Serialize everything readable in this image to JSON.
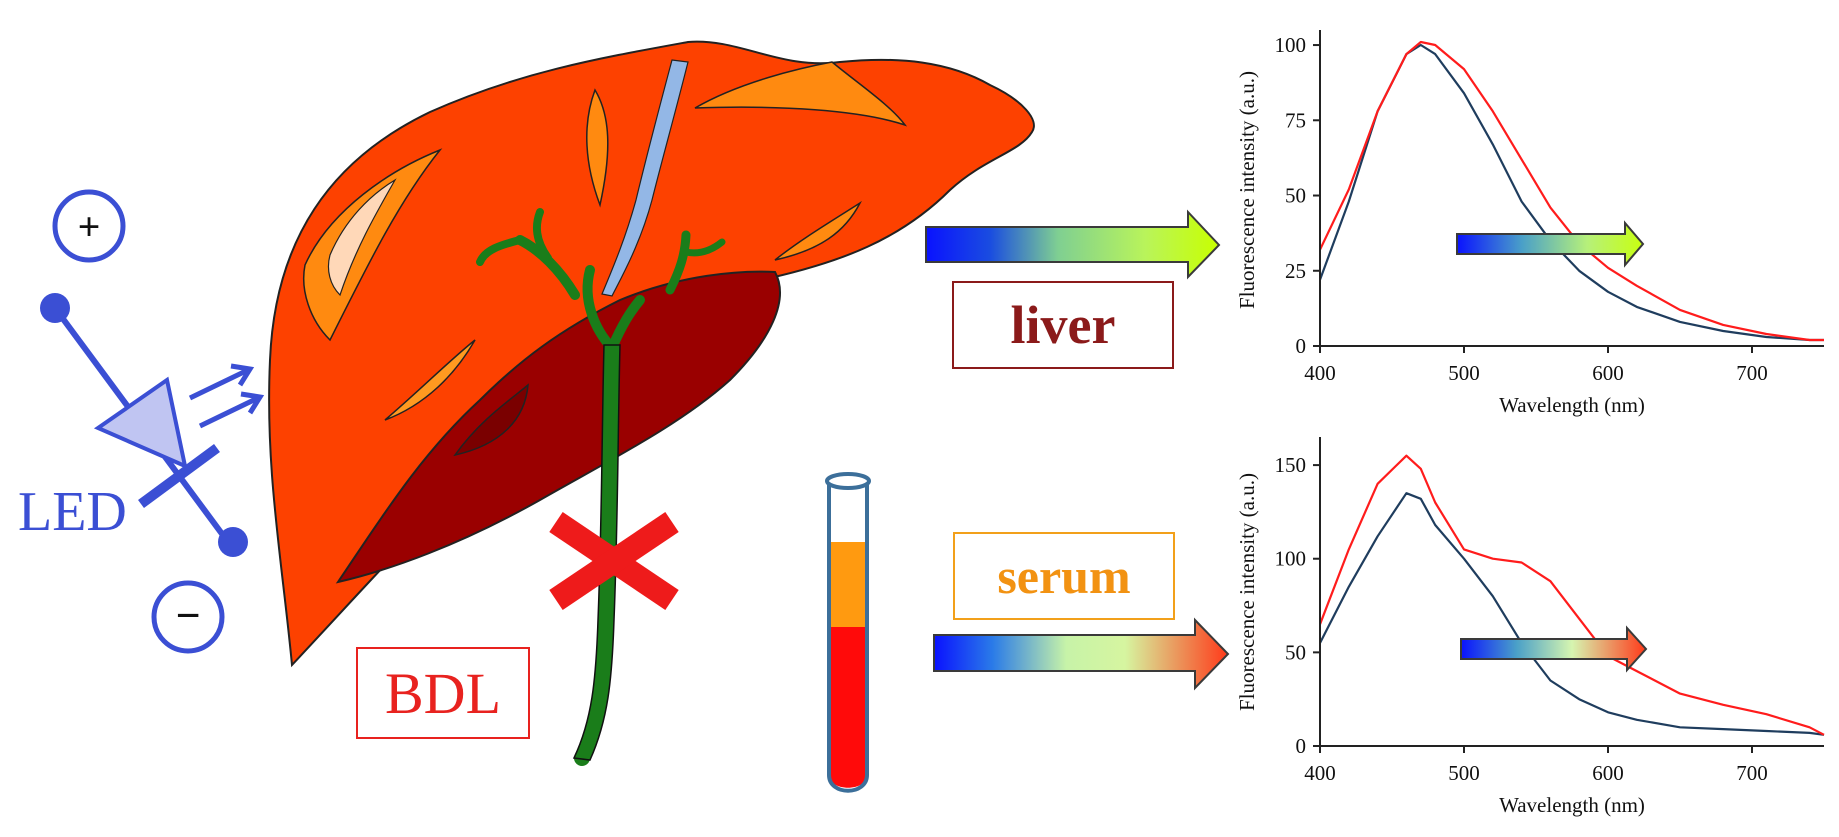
{
  "labels": {
    "liver": "liver",
    "serum": "serum",
    "bdl": "BDL",
    "led": "LED",
    "plus": "+",
    "minus": "−"
  },
  "colors": {
    "liver_main": "#fd4100",
    "liver_dark": "#9a0000",
    "lobe_orange": "#ff8a10",
    "bile_duct": "#1a7d1a",
    "cross": "#ee1b1b",
    "led_blue": "#3b4fd4",
    "spectrum_control": "#1f3d5e",
    "spectrum_bdl": "#ff1c1c"
  },
  "chart_data": [
    {
      "type": "line",
      "panel": "liver",
      "xlabel": "Wavelength (nm)",
      "ylabel": "Fluorescence intensity (a.u.)",
      "xlim": [
        400,
        750
      ],
      "ylim": [
        0,
        105
      ],
      "xticks": [
        400,
        500,
        600,
        700
      ],
      "yticks": [
        0,
        25,
        50,
        75,
        100
      ],
      "series": [
        {
          "color": "#1f3d5e",
          "x": [
            400,
            420,
            440,
            460,
            470,
            480,
            500,
            520,
            540,
            560,
            580,
            600,
            620,
            650,
            680,
            710,
            740,
            750
          ],
          "y": [
            22,
            48,
            78,
            97,
            100,
            97,
            84,
            67,
            48,
            35,
            25,
            18,
            13,
            8,
            5,
            3,
            2,
            2
          ]
        },
        {
          "color": "#ff1c1c",
          "x": [
            400,
            420,
            440,
            460,
            470,
            480,
            500,
            520,
            540,
            560,
            580,
            600,
            620,
            650,
            680,
            710,
            740,
            750
          ],
          "y": [
            32,
            52,
            78,
            97,
            101,
            100,
            92,
            78,
            62,
            46,
            34,
            26,
            20,
            12,
            7,
            4,
            2,
            2
          ]
        }
      ]
    },
    {
      "type": "line",
      "panel": "serum",
      "xlabel": "Wavelength (nm)",
      "ylabel": "Fluorescence intensity (a.u.)",
      "xlim": [
        400,
        750
      ],
      "ylim": [
        0,
        165
      ],
      "xticks": [
        400,
        500,
        600,
        700
      ],
      "yticks": [
        0,
        50,
        100,
        150
      ],
      "series": [
        {
          "color": "#1f3d5e",
          "x": [
            400,
            420,
            440,
            460,
            470,
            480,
            500,
            520,
            540,
            560,
            580,
            600,
            620,
            650,
            680,
            710,
            740,
            750
          ],
          "y": [
            55,
            85,
            112,
            135,
            132,
            118,
            100,
            80,
            55,
            35,
            25,
            18,
            14,
            10,
            9,
            8,
            7,
            6
          ]
        },
        {
          "color": "#ff1c1c",
          "x": [
            400,
            420,
            440,
            460,
            470,
            480,
            500,
            520,
            540,
            560,
            580,
            600,
            620,
            650,
            680,
            710,
            740,
            750
          ],
          "y": [
            65,
            105,
            140,
            155,
            148,
            130,
            105,
            100,
            98,
            88,
            68,
            48,
            40,
            28,
            22,
            17,
            10,
            6
          ]
        }
      ]
    }
  ]
}
